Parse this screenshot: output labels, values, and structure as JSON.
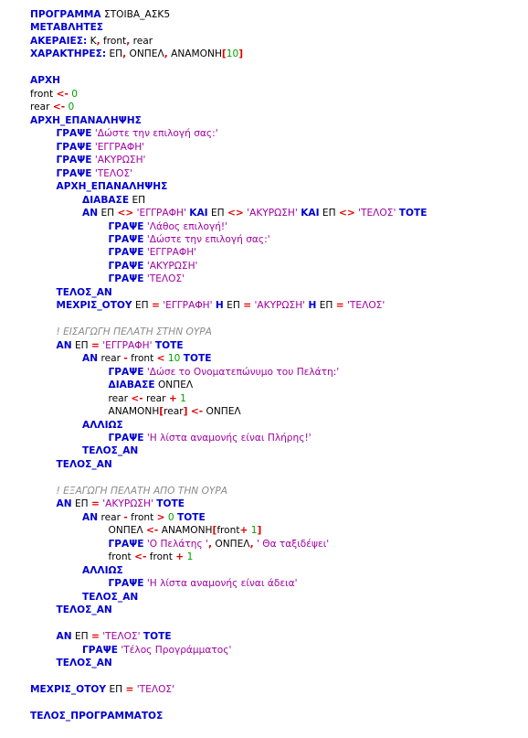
{
  "colors": {
    "keyword": "#0000d0",
    "string": "#a100a1",
    "number": "#00a000",
    "operator": "#e00000",
    "comment": "#8a8a8a",
    "identifier": "#000000"
  },
  "lines": [
    {
      "indent": 0,
      "tokens": [
        {
          "t": "ΠΡΟΓΡΑΜΜΑ",
          "c": "kw"
        },
        {
          "t": " ΣΤΟΙΒΑ_ΑΣΚ5",
          "c": "id"
        }
      ]
    },
    {
      "indent": 0,
      "tokens": [
        {
          "t": "ΜΕΤΑΒΛΗΤΕΣ",
          "c": "kw"
        }
      ]
    },
    {
      "indent": 0,
      "tokens": [
        {
          "t": "ΑΚΕΡΑΙΕΣ:",
          "c": "kw"
        },
        {
          "t": " K",
          "c": "id"
        },
        {
          "t": ",",
          "c": "op"
        },
        {
          "t": " front",
          "c": "id"
        },
        {
          "t": ",",
          "c": "op"
        },
        {
          "t": " rear",
          "c": "id"
        }
      ]
    },
    {
      "indent": 0,
      "tokens": [
        {
          "t": "ΧΑΡΑΚΤΗΡΕΣ:",
          "c": "kw"
        },
        {
          "t": " ΕΠ",
          "c": "id"
        },
        {
          "t": ",",
          "c": "op"
        },
        {
          "t": " ΟΝΠΕΛ",
          "c": "id"
        },
        {
          "t": ",",
          "c": "op"
        },
        {
          "t": " ΑΝΑΜΟΝΗ",
          "c": "id"
        },
        {
          "t": "[",
          "c": "op"
        },
        {
          "t": "10",
          "c": "num"
        },
        {
          "t": "]",
          "c": "op"
        }
      ]
    },
    {
      "indent": 0,
      "tokens": []
    },
    {
      "indent": 0,
      "tokens": [
        {
          "t": "ΑΡΧΗ",
          "c": "kw"
        }
      ]
    },
    {
      "indent": 0,
      "tokens": [
        {
          "t": "front ",
          "c": "id"
        },
        {
          "t": "<-",
          "c": "op"
        },
        {
          "t": " ",
          "c": "id"
        },
        {
          "t": "0",
          "c": "num"
        }
      ]
    },
    {
      "indent": 0,
      "tokens": [
        {
          "t": "rear ",
          "c": "id"
        },
        {
          "t": "<-",
          "c": "op"
        },
        {
          "t": " ",
          "c": "id"
        },
        {
          "t": "0",
          "c": "num"
        }
      ]
    },
    {
      "indent": 0,
      "tokens": [
        {
          "t": "ΑΡΧΗ_ΕΠΑΝΑΛΗΨΗΣ",
          "c": "kw"
        }
      ]
    },
    {
      "indent": 1,
      "tokens": [
        {
          "t": "ΓΡΑΨΕ",
          "c": "kw"
        },
        {
          "t": " 'Δώστε την επιλογή σας:'",
          "c": "str"
        }
      ]
    },
    {
      "indent": 1,
      "tokens": [
        {
          "t": "ΓΡΑΨΕ",
          "c": "kw"
        },
        {
          "t": " 'ΕΓΓΡΑΦΗ'",
          "c": "str"
        }
      ]
    },
    {
      "indent": 1,
      "tokens": [
        {
          "t": "ΓΡΑΨΕ",
          "c": "kw"
        },
        {
          "t": " 'ΑΚΥΡΩΣΗ'",
          "c": "str"
        }
      ]
    },
    {
      "indent": 1,
      "tokens": [
        {
          "t": "ΓΡΑΨΕ",
          "c": "kw"
        },
        {
          "t": " 'ΤΕΛΟΣ'",
          "c": "str"
        }
      ]
    },
    {
      "indent": 1,
      "tokens": [
        {
          "t": "ΑΡΧΗ_ΕΠΑΝΑΛΗΨΗΣ",
          "c": "kw"
        }
      ]
    },
    {
      "indent": 2,
      "tokens": [
        {
          "t": "ΔΙΑΒΑΣΕ",
          "c": "kw"
        },
        {
          "t": " ΕΠ",
          "c": "id"
        }
      ]
    },
    {
      "indent": 2,
      "tokens": [
        {
          "t": "ΑΝ",
          "c": "kw"
        },
        {
          "t": " ΕΠ ",
          "c": "id"
        },
        {
          "t": "<>",
          "c": "op"
        },
        {
          "t": " 'ΕΓΓΡΑΦΗ'",
          "c": "str"
        },
        {
          "t": " ",
          "c": "id"
        },
        {
          "t": "ΚΑΙ",
          "c": "kw"
        },
        {
          "t": " ΕΠ ",
          "c": "id"
        },
        {
          "t": "<>",
          "c": "op"
        },
        {
          "t": " 'ΑΚΥΡΩΣΗ'",
          "c": "str"
        },
        {
          "t": " ",
          "c": "id"
        },
        {
          "t": "ΚΑΙ",
          "c": "kw"
        },
        {
          "t": " ΕΠ ",
          "c": "id"
        },
        {
          "t": "<>",
          "c": "op"
        },
        {
          "t": " 'ΤΕΛΟΣ'",
          "c": "str"
        },
        {
          "t": " ",
          "c": "id"
        },
        {
          "t": "ΤΟΤΕ",
          "c": "kw"
        }
      ]
    },
    {
      "indent": 3,
      "tokens": [
        {
          "t": "ΓΡΑΨΕ",
          "c": "kw"
        },
        {
          "t": " 'Λάθος επιλογή!'",
          "c": "str"
        }
      ]
    },
    {
      "indent": 3,
      "tokens": [
        {
          "t": "ΓΡΑΨΕ",
          "c": "kw"
        },
        {
          "t": " 'Δώστε την επιλογή σας:'",
          "c": "str"
        }
      ]
    },
    {
      "indent": 3,
      "tokens": [
        {
          "t": "ΓΡΑΨΕ",
          "c": "kw"
        },
        {
          "t": " 'ΕΓΓΡΑΦΗ'",
          "c": "str"
        }
      ]
    },
    {
      "indent": 3,
      "tokens": [
        {
          "t": "ΓΡΑΨΕ",
          "c": "kw"
        },
        {
          "t": " 'ΑΚΥΡΩΣΗ'",
          "c": "str"
        }
      ]
    },
    {
      "indent": 3,
      "tokens": [
        {
          "t": "ΓΡΑΨΕ",
          "c": "kw"
        },
        {
          "t": " 'ΤΕΛΟΣ'",
          "c": "str"
        }
      ]
    },
    {
      "indent": 1,
      "tokens": [
        {
          "t": "ΤΕΛΟΣ_ΑΝ",
          "c": "kw"
        }
      ]
    },
    {
      "indent": 1,
      "tokens": [
        {
          "t": "ΜΕΧΡΙΣ_ΟΤΟΥ",
          "c": "kw"
        },
        {
          "t": " ΕΠ ",
          "c": "id"
        },
        {
          "t": "=",
          "c": "op"
        },
        {
          "t": " 'ΕΓΓΡΑΦΗ'",
          "c": "str"
        },
        {
          "t": " ",
          "c": "id"
        },
        {
          "t": "Η",
          "c": "kw"
        },
        {
          "t": " ΕΠ ",
          "c": "id"
        },
        {
          "t": "=",
          "c": "op"
        },
        {
          "t": " 'ΑΚΥΡΩΣΗ'",
          "c": "str"
        },
        {
          "t": " ",
          "c": "id"
        },
        {
          "t": "Η",
          "c": "kw"
        },
        {
          "t": " ΕΠ ",
          "c": "id"
        },
        {
          "t": "=",
          "c": "op"
        },
        {
          "t": " 'ΤΕΛΟΣ'",
          "c": "str"
        }
      ]
    },
    {
      "indent": 0,
      "tokens": []
    },
    {
      "indent": 1,
      "tokens": [
        {
          "t": "! ΕΙΣΑΓΩΓΗ ΠΕΛΑΤΗ ΣΤΗΝ ΟΥΡΑ",
          "c": "cm"
        }
      ]
    },
    {
      "indent": 1,
      "tokens": [
        {
          "t": "ΑΝ",
          "c": "kw"
        },
        {
          "t": " ΕΠ ",
          "c": "id"
        },
        {
          "t": "=",
          "c": "op"
        },
        {
          "t": " 'ΕΓΓΡΑΦΗ'",
          "c": "str"
        },
        {
          "t": " ",
          "c": "id"
        },
        {
          "t": "ΤΟΤΕ",
          "c": "kw"
        }
      ]
    },
    {
      "indent": 2,
      "tokens": [
        {
          "t": "ΑΝ",
          "c": "kw"
        },
        {
          "t": " rear ",
          "c": "id"
        },
        {
          "t": "-",
          "c": "op"
        },
        {
          "t": " front ",
          "c": "id"
        },
        {
          "t": "<",
          "c": "op"
        },
        {
          "t": " ",
          "c": "id"
        },
        {
          "t": "10",
          "c": "num"
        },
        {
          "t": " ",
          "c": "id"
        },
        {
          "t": "ΤΟΤΕ",
          "c": "kw"
        }
      ]
    },
    {
      "indent": 3,
      "tokens": [
        {
          "t": "ΓΡΑΨΕ",
          "c": "kw"
        },
        {
          "t": " 'Δώσε το Ονοματεπώνυμο του Πελάτη:'",
          "c": "str"
        }
      ]
    },
    {
      "indent": 3,
      "tokens": [
        {
          "t": "ΔΙΑΒΑΣΕ",
          "c": "kw"
        },
        {
          "t": " ΟΝΠΕΛ",
          "c": "id"
        }
      ]
    },
    {
      "indent": 3,
      "tokens": [
        {
          "t": "rear ",
          "c": "id"
        },
        {
          "t": "<-",
          "c": "op"
        },
        {
          "t": " rear ",
          "c": "id"
        },
        {
          "t": "+",
          "c": "op"
        },
        {
          "t": " ",
          "c": "id"
        },
        {
          "t": "1",
          "c": "num"
        }
      ]
    },
    {
      "indent": 3,
      "tokens": [
        {
          "t": "ΑΝΑΜΟΝΗ",
          "c": "id"
        },
        {
          "t": "[",
          "c": "op"
        },
        {
          "t": "rear",
          "c": "id"
        },
        {
          "t": "]",
          "c": "op"
        },
        {
          "t": " ",
          "c": "id"
        },
        {
          "t": "<-",
          "c": "op"
        },
        {
          "t": " ΟΝΠΕΛ",
          "c": "id"
        }
      ]
    },
    {
      "indent": 2,
      "tokens": [
        {
          "t": "ΑΛΛΙΩΣ",
          "c": "kw"
        }
      ]
    },
    {
      "indent": 3,
      "tokens": [
        {
          "t": "ΓΡΑΨΕ",
          "c": "kw"
        },
        {
          "t": " 'Η λίστα αναμονής είναι Πλήρης!'",
          "c": "str"
        }
      ]
    },
    {
      "indent": 2,
      "tokens": [
        {
          "t": "ΤΕΛΟΣ_ΑΝ",
          "c": "kw"
        }
      ]
    },
    {
      "indent": 1,
      "tokens": [
        {
          "t": "ΤΕΛΟΣ_ΑΝ",
          "c": "kw"
        }
      ]
    },
    {
      "indent": 0,
      "tokens": []
    },
    {
      "indent": 1,
      "tokens": [
        {
          "t": "! ΕΞΑΓΩΓΗ ΠΕΛΑΤΗ ΑΠΟ ΤΗΝ ΟΥΡΑ",
          "c": "cm"
        }
      ]
    },
    {
      "indent": 1,
      "tokens": [
        {
          "t": "ΑΝ",
          "c": "kw"
        },
        {
          "t": " ΕΠ ",
          "c": "id"
        },
        {
          "t": "=",
          "c": "op"
        },
        {
          "t": " 'ΑΚΥΡΩΣΗ'",
          "c": "str"
        },
        {
          "t": " ",
          "c": "id"
        },
        {
          "t": "ΤΟΤΕ",
          "c": "kw"
        }
      ]
    },
    {
      "indent": 2,
      "tokens": [
        {
          "t": "ΑΝ",
          "c": "kw"
        },
        {
          "t": " rear ",
          "c": "id"
        },
        {
          "t": "-",
          "c": "op"
        },
        {
          "t": " front ",
          "c": "id"
        },
        {
          "t": ">",
          "c": "op"
        },
        {
          "t": " ",
          "c": "id"
        },
        {
          "t": "0",
          "c": "num"
        },
        {
          "t": " ",
          "c": "id"
        },
        {
          "t": "ΤΟΤΕ",
          "c": "kw"
        }
      ]
    },
    {
      "indent": 3,
      "tokens": [
        {
          "t": "ΟΝΠΕΛ ",
          "c": "id"
        },
        {
          "t": "<-",
          "c": "op"
        },
        {
          "t": " ΑΝΑΜΟΝΗ",
          "c": "id"
        },
        {
          "t": "[",
          "c": "op"
        },
        {
          "t": "front",
          "c": "id"
        },
        {
          "t": "+",
          "c": "op"
        },
        {
          "t": " ",
          "c": "id"
        },
        {
          "t": "1",
          "c": "num"
        },
        {
          "t": "]",
          "c": "op"
        }
      ]
    },
    {
      "indent": 3,
      "tokens": [
        {
          "t": "ΓΡΑΨΕ",
          "c": "kw"
        },
        {
          "t": " 'Ο Πελάτης '",
          "c": "str"
        },
        {
          "t": ",",
          "c": "op"
        },
        {
          "t": " ΟΝΠΕΛ",
          "c": "id"
        },
        {
          "t": ",",
          "c": "op"
        },
        {
          "t": " ' Θα ταξιδέψει'",
          "c": "str"
        }
      ]
    },
    {
      "indent": 3,
      "tokens": [
        {
          "t": "front ",
          "c": "id"
        },
        {
          "t": "<-",
          "c": "op"
        },
        {
          "t": " front ",
          "c": "id"
        },
        {
          "t": "+",
          "c": "op"
        },
        {
          "t": " ",
          "c": "id"
        },
        {
          "t": "1",
          "c": "num"
        }
      ]
    },
    {
      "indent": 2,
      "tokens": [
        {
          "t": "ΑΛΛΙΩΣ",
          "c": "kw"
        }
      ]
    },
    {
      "indent": 3,
      "tokens": [
        {
          "t": "ΓΡΑΨΕ",
          "c": "kw"
        },
        {
          "t": " 'Η λίστα αναμονής είναι άδεια'",
          "c": "str"
        }
      ]
    },
    {
      "indent": 2,
      "tokens": [
        {
          "t": "ΤΕΛΟΣ_ΑΝ",
          "c": "kw"
        }
      ]
    },
    {
      "indent": 1,
      "tokens": [
        {
          "t": "ΤΕΛΟΣ_ΑΝ",
          "c": "kw"
        }
      ]
    },
    {
      "indent": 0,
      "tokens": []
    },
    {
      "indent": 1,
      "tokens": [
        {
          "t": "ΑΝ",
          "c": "kw"
        },
        {
          "t": " ΕΠ ",
          "c": "id"
        },
        {
          "t": "=",
          "c": "op"
        },
        {
          "t": " 'ΤΕΛΟΣ'",
          "c": "str"
        },
        {
          "t": " ",
          "c": "id"
        },
        {
          "t": "ΤΟΤΕ",
          "c": "kw"
        }
      ]
    },
    {
      "indent": 2,
      "tokens": [
        {
          "t": "ΓΡΑΨΕ",
          "c": "kw"
        },
        {
          "t": " 'Τέλος Προγράμματος'",
          "c": "str"
        }
      ]
    },
    {
      "indent": 1,
      "tokens": [
        {
          "t": "ΤΕΛΟΣ_ΑΝ",
          "c": "kw"
        }
      ]
    },
    {
      "indent": 0,
      "tokens": []
    },
    {
      "indent": 0,
      "tokens": [
        {
          "t": "ΜΕΧΡΙΣ_ΟΤΟΥ",
          "c": "kw"
        },
        {
          "t": " ΕΠ ",
          "c": "id"
        },
        {
          "t": "=",
          "c": "op"
        },
        {
          "t": " 'ΤΕΛΟΣ'",
          "c": "str"
        }
      ]
    },
    {
      "indent": 0,
      "tokens": []
    },
    {
      "indent": 0,
      "tokens": [
        {
          "t": "ΤΕΛΟΣ_ΠΡΟΓΡΑΜΜΑΤΟΣ",
          "c": "kw"
        }
      ]
    }
  ]
}
